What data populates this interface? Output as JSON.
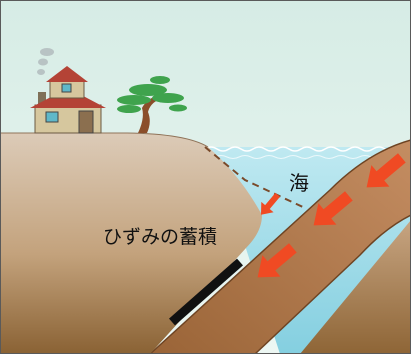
{
  "labels": {
    "sea": "海",
    "strain": "ひずみの蓄積"
  },
  "icons": {
    "house": "house-icon",
    "tree": "pine-tree-icon",
    "smoke": "chimney-smoke",
    "arrows": "plate-motion-arrow"
  },
  "colors": {
    "sky": "#d6ece5",
    "ground_top": "#dccbb8",
    "ground_bottom": "#8a6234",
    "sea": "#9fdbe8",
    "plate": "#a8734a",
    "arrow": "#f04a23",
    "dashed_line": "#7a4a2a",
    "strain_bar": "#111111"
  }
}
